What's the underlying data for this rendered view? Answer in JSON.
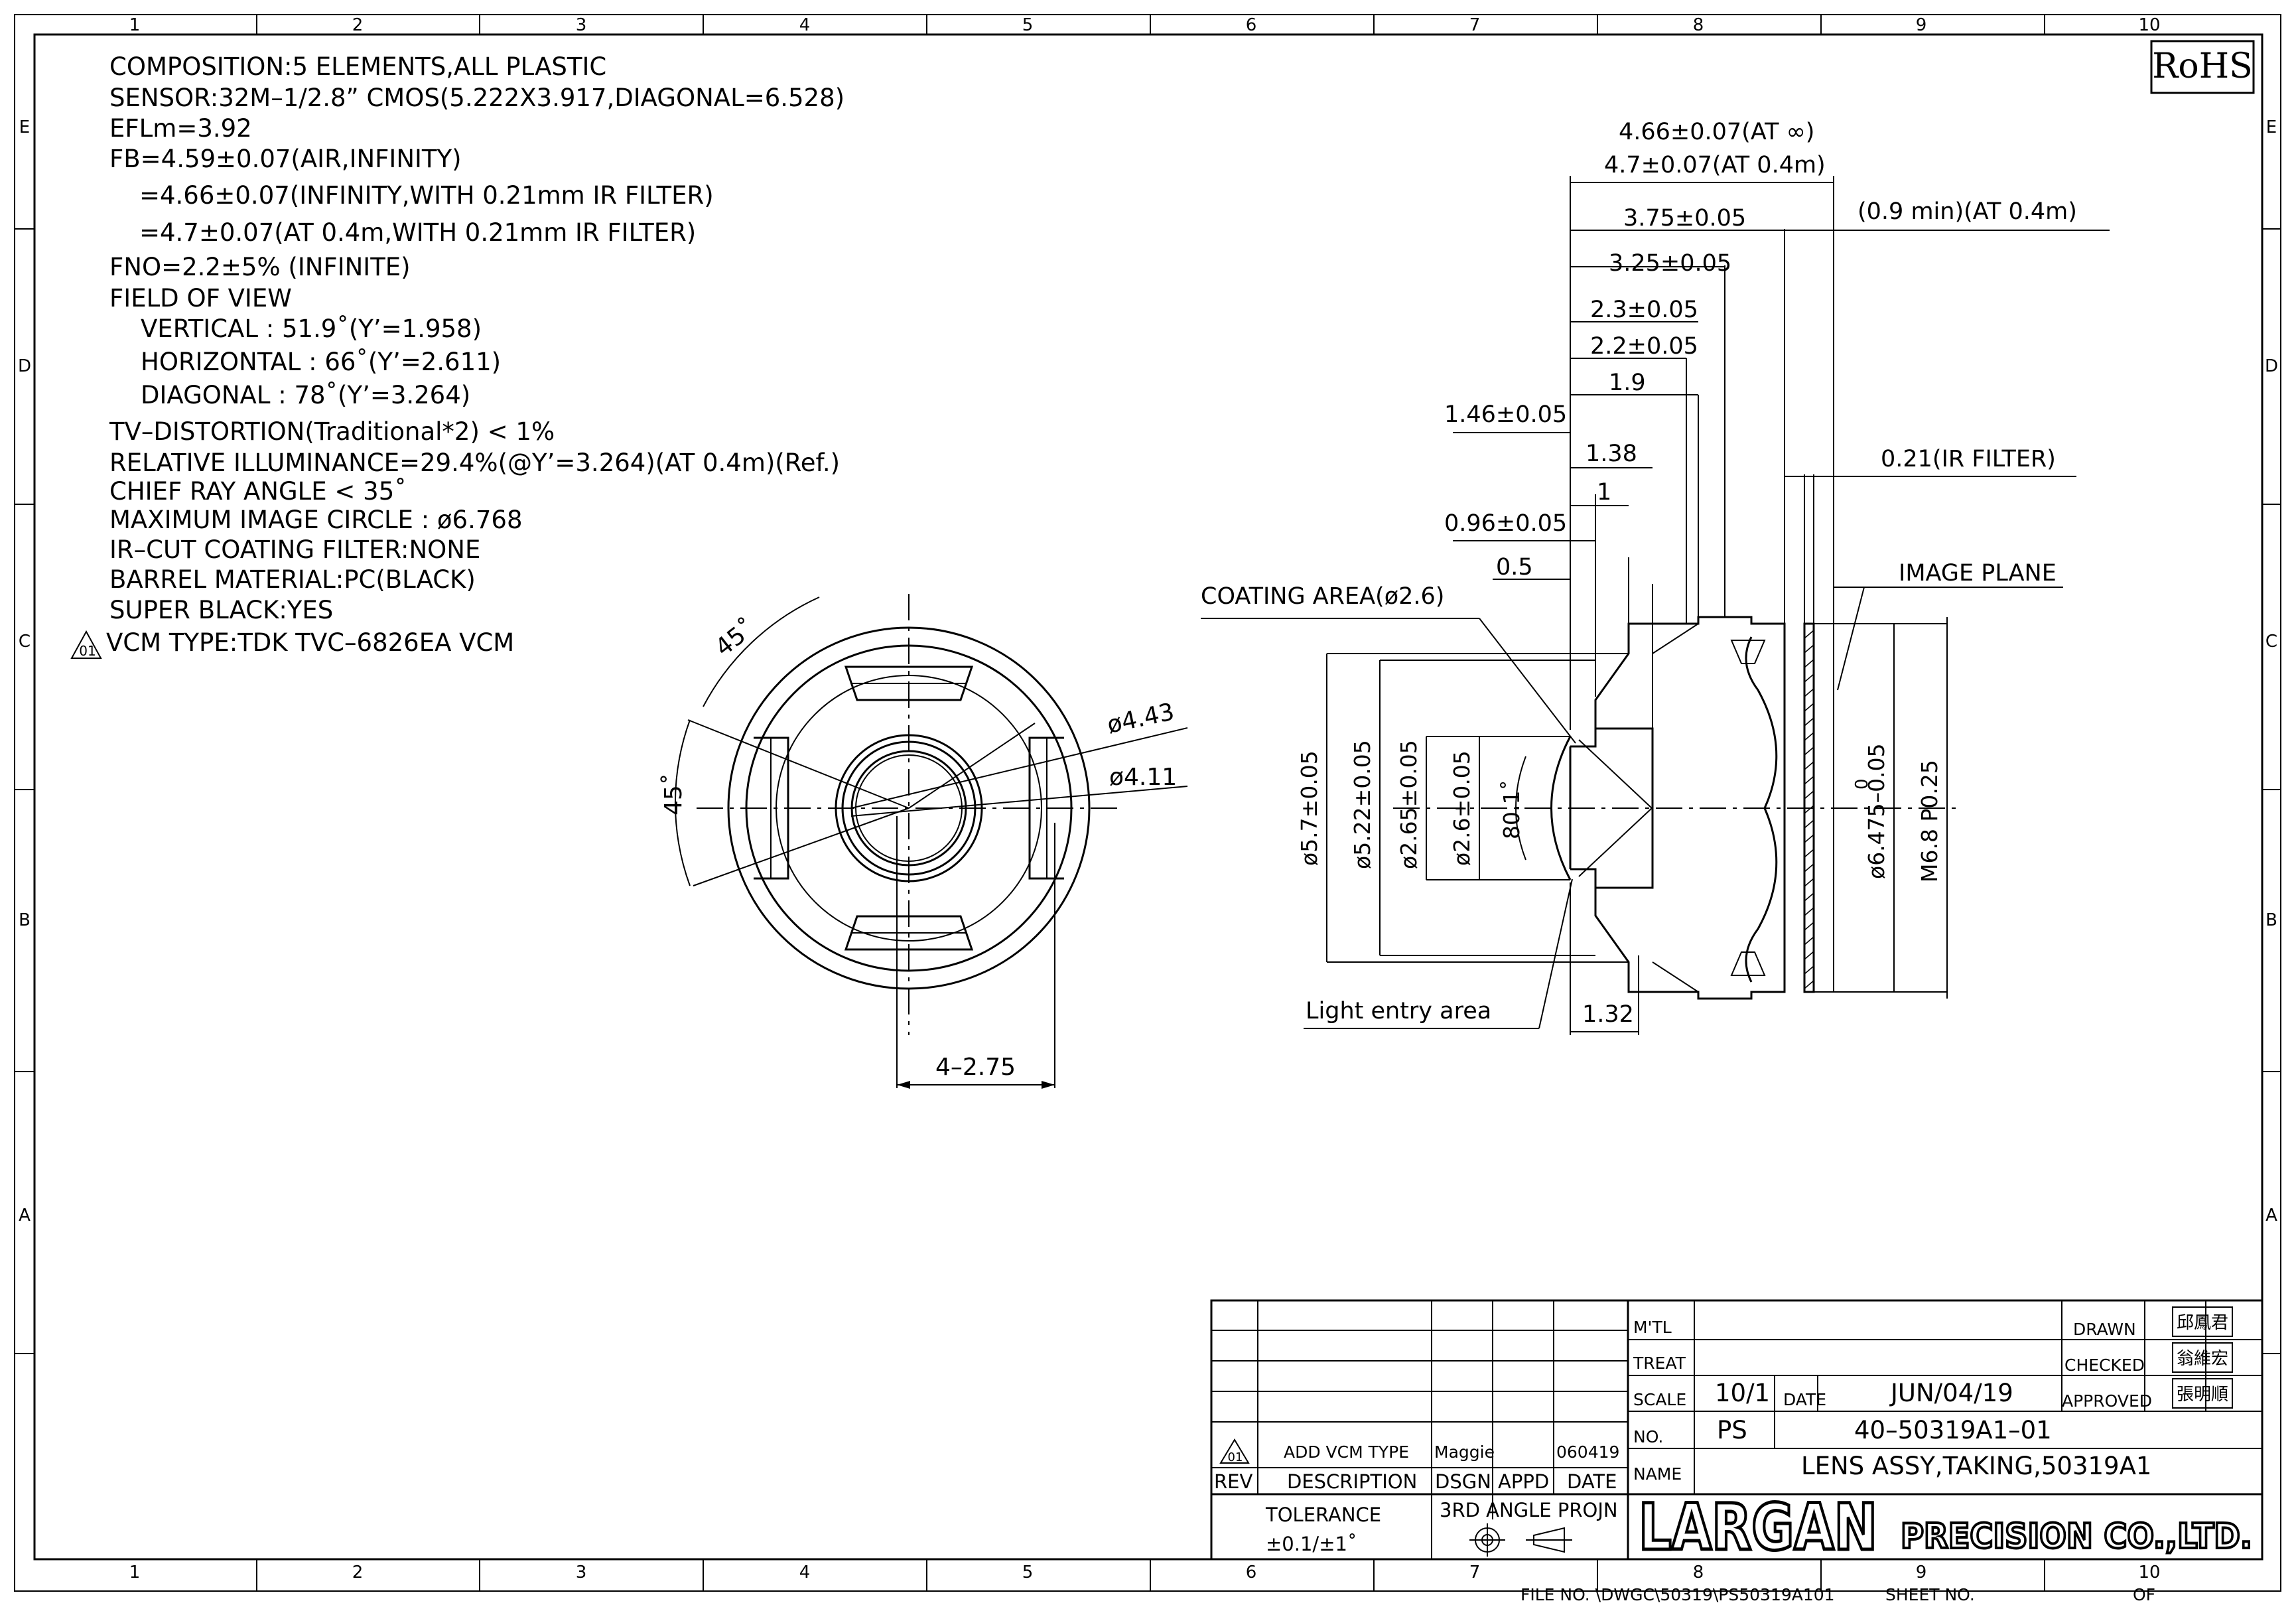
{
  "rohs": "RoHS",
  "grid": {
    "columns": [
      "1",
      "2",
      "3",
      "4",
      "5",
      "6",
      "7",
      "8",
      "9",
      "10"
    ],
    "rows": [
      "E",
      "D",
      "C",
      "B",
      "A"
    ]
  },
  "specs": [
    "COMPOSITION:5  ELEMENTS,ALL  PLASTIC",
    "SENSOR:32M–1/2.8”  CMOS(5.222X3.917,DIAGONAL=6.528)",
    "EFLm=3.92",
    "FB=4.59±0.07(AIR,INFINITY)",
    "=4.66±0.07(INFINITY,WITH  0.21mm  IR  FILTER)",
    "=4.7±0.07(AT  0.4m,WITH  0.21mm  IR  FILTER)",
    "FNO=2.2±5%  (INFINITE)",
    "FIELD  OF  VIEW",
    "VERTICAL : 51.9˚(Y’=1.958)",
    "HORIZONTAL : 66˚(Y’=2.611)",
    "DIAGONAL : 78˚(Y’=3.264)",
    "TV–DISTORTION(Traditional*2)  <  1%",
    "RELATIVE  ILLUMINANCE=29.4%(@Y’=3.264)(AT  0.4m)(Ref.)",
    "CHIEF  RAY  ANGLE  <  35˚",
    "MAXIMUM  IMAGE  CIRCLE : ø6.768",
    "IR–CUT  COATING  FILTER:NONE",
    "BARREL  MATERIAL:PC(BLACK)",
    "SUPER  BLACK:YES",
    "VCM  TYPE:TDK  TVC–6826EA  VCM"
  ],
  "rev_marker": "01",
  "front_view": {
    "angle_top": "45˚",
    "angle_left": "45˚",
    "dia_outer": "ø4.43",
    "dia_inner": "ø4.11",
    "width": "4–2.75"
  },
  "side_view": {
    "dims_top": [
      "4.66±0.07(AT  ∞)",
      "4.7±0.07(AT  0.4m)",
      "3.75±0.05",
      "(0.9  min)(AT  0.4m)",
      "3.25±0.05",
      "2.3±0.05",
      "2.2±0.05",
      "1.9",
      "1.46±0.05",
      "1.38",
      "0.21(IR  FILTER)",
      "1",
      "0.96±0.05",
      "0.5",
      "IMAGE  PLANE",
      "COATING  AREA(ø2.6)"
    ],
    "dims_vert": [
      "ø5.7±0.05",
      "ø5.22±0.05",
      "ø2.65±0.05",
      "ø2.6±0.05",
      "80.1˚",
      "ø6.475–0.05",
      "M6.8  P0.25"
    ],
    "dia_tol_upper": "0",
    "light_entry": "Light  entry  area",
    "dim_bottom": "1.32"
  },
  "title_block": {
    "rev_row": {
      "rev": "01",
      "description": "ADD  VCM  TYPE",
      "dsgn": "Maggie",
      "appd": "",
      "date": "060419"
    },
    "headers": {
      "rev": "REV",
      "description": "DESCRIPTION",
      "dsgn": "DSGN",
      "appd": "APPD",
      "date": "DATE"
    },
    "tolerance_label": "TOLERANCE",
    "tolerance_value": "±0.1/±1˚",
    "projection": "3RD  ANGLE  PROJN",
    "mtl_label": "M'TL",
    "treat_label": "TREAT",
    "scale_label": "SCALE",
    "scale_value": "10/1",
    "date_label": "DATE",
    "date_value": "JUN/04/19",
    "no_label": "NO.",
    "no_prefix": "PS",
    "no_value": "40–50319A1–01",
    "name_label": "NAME",
    "name_value": "LENS  ASSY,TAKING,50319A1",
    "drawn_label": "DRAWN",
    "checked_label": "CHECKED",
    "approved_label": "APPROVED",
    "drawn_by": "邱鳳君",
    "checked_by": "翁維宏",
    "approved_by": "張明順",
    "company_logo": "LARGAN",
    "company_suffix": "PRECISION CO.,LTD."
  },
  "footer": {
    "file_no": "FILE  NO. \\DWGC\\50319\\PS50319A101",
    "sheet_no": "SHEET  NO.",
    "of": "OF"
  }
}
